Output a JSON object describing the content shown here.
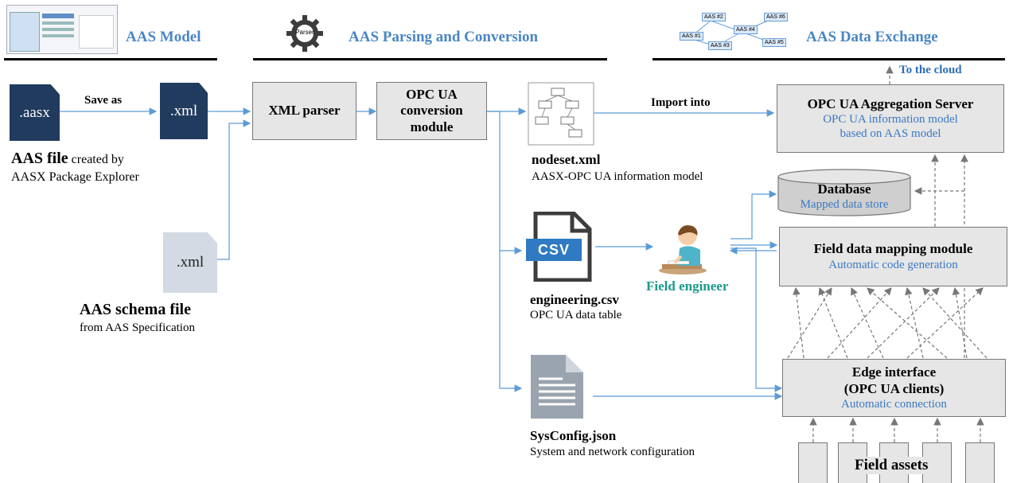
{
  "headers": {
    "model": "AAS Model",
    "parsing": "AAS Parsing and Conversion",
    "exchange": "AAS Data Exchange",
    "parser_gear": "Parser"
  },
  "network_nodes": [
    "AAS #1",
    "AAS #2",
    "AAS #3",
    "AAS #4",
    "AAS #5",
    "AAS #6"
  ],
  "aas_file": {
    "ext": ".aasx",
    "title": "AAS file",
    "title_suffix": "created by",
    "subtitle": "AASX Package Explorer"
  },
  "save_as": "Save as",
  "xml_file": {
    "ext": ".xml"
  },
  "schema_file": {
    "ext": ".xml",
    "title": "AAS schema file",
    "subtitle": "from AAS Specification"
  },
  "xml_parser": "XML parser",
  "converter": {
    "line1": "OPC UA",
    "line2": "conversion",
    "line3": "module"
  },
  "nodeset": {
    "title": "nodeset.xml",
    "subtitle": "AASX-OPC UA information model"
  },
  "import_into": "Import into",
  "aggregation_server": {
    "title": "OPC UA Aggregation Server",
    "line1": "OPC UA information model",
    "line2": "based on AAS model"
  },
  "to_cloud": "To the cloud",
  "database": {
    "title": "Database",
    "subtitle": "Mapped data store"
  },
  "csv": {
    "badge": "CSV",
    "title": "engineering.csv",
    "subtitle": "OPC UA data table"
  },
  "field_engineer": "Field engineer",
  "mapping_module": {
    "title": "Field data mapping module",
    "subtitle": "Automatic code generation"
  },
  "edge_interface": {
    "title": "Edge interface",
    "line2": "(OPC UA clients)",
    "subtitle": "Automatic connection"
  },
  "sysconfig": {
    "title": "SysConfig.json",
    "subtitle": "System and network configuration"
  },
  "field_assets": "Field assets",
  "colors": {
    "accent_blue": "#4a86c5",
    "box_fill": "#e6e6e6",
    "doc_dark": "#213b5e",
    "engineer_green": "#1a9a8a"
  }
}
